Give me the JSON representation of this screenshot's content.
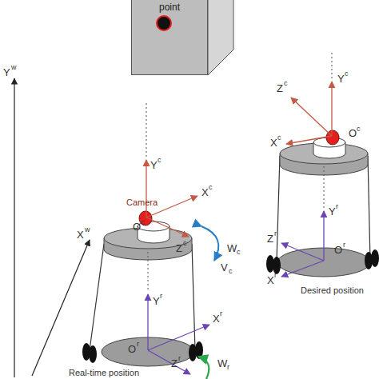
{
  "diagram": {
    "nodes": [
      {
        "text": [
          "point"
        ]
      }
    ],
    "labels": [
      "Y",
      "w",
      "X",
      "w",
      "Y",
      "c",
      "Camera",
      "X",
      "c",
      "O",
      "c",
      "Z",
      "c",
      "W",
      "c",
      "V",
      "c",
      "Y",
      "r",
      "X",
      "r",
      "O",
      "r",
      "Z",
      "r",
      "W",
      "r",
      "Real-time position",
      "Z",
      "c",
      "Y",
      "c",
      "X",
      "c",
      "O",
      "c",
      "Y",
      "r",
      "Z",
      "r",
      "O",
      "r",
      "X",
      "r",
      "Desired position"
    ]
  }
}
